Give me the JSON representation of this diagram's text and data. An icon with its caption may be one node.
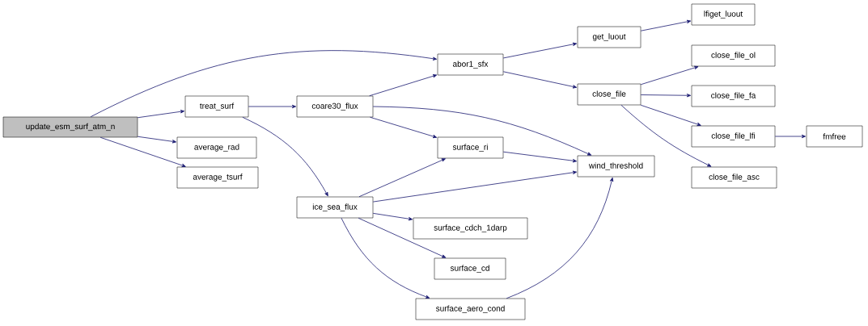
{
  "diagram": {
    "nodes": [
      {
        "text": [
          "update_esm_surf_atm_n"
        ]
      },
      {
        "text": [
          "abor1_sfx"
        ]
      },
      {
        "text": [
          "treat_surf"
        ]
      },
      {
        "text": [
          "average_rad"
        ]
      },
      {
        "text": [
          "average_tsurf"
        ]
      },
      {
        "text": [
          "coare30_flux"
        ]
      },
      {
        "text": [
          "ice_sea_flux"
        ]
      },
      {
        "text": [
          "get_luout"
        ]
      },
      {
        "text": [
          "close_file"
        ]
      },
      {
        "text": [
          "surface_ri"
        ]
      },
      {
        "text": [
          "wind_threshold"
        ]
      },
      {
        "text": [
          "surface_cdch_1darp"
        ]
      },
      {
        "text": [
          "surface_cd"
        ]
      },
      {
        "text": [
          "surface_aero_cond"
        ]
      },
      {
        "text": [
          "lfiget_luout"
        ]
      },
      {
        "text": [
          "close_file_ol"
        ]
      },
      {
        "text": [
          "close_file_fa"
        ]
      },
      {
        "text": [
          "close_file_lfi"
        ]
      },
      {
        "text": [
          "close_file_asc"
        ]
      },
      {
        "text": [
          "fmfree"
        ]
      }
    ],
    "edges": [
      {
        "from": 0,
        "to": 1,
        "arrow": "to"
      },
      {
        "from": 0,
        "to": 2,
        "arrow": "to"
      },
      {
        "from": 0,
        "to": 3,
        "arrow": "to"
      },
      {
        "from": 0,
        "to": 4,
        "arrow": "to"
      },
      {
        "from": 2,
        "to": 5,
        "arrow": "to"
      },
      {
        "from": 2,
        "to": 6,
        "arrow": "to"
      },
      {
        "from": 5,
        "to": 1,
        "arrow": "to"
      },
      {
        "from": 5,
        "to": 9,
        "arrow": "to"
      },
      {
        "from": 5,
        "to": 10,
        "arrow": "to"
      },
      {
        "from": 6,
        "to": 9,
        "arrow": "to"
      },
      {
        "from": 6,
        "to": 10,
        "arrow": "to"
      },
      {
        "from": 6,
        "to": 11,
        "arrow": "to"
      },
      {
        "from": 6,
        "to": 12,
        "arrow": "to"
      },
      {
        "from": 6,
        "to": 13,
        "arrow": "to"
      },
      {
        "from": 1,
        "to": 7,
        "arrow": "to"
      },
      {
        "from": 1,
        "to": 8,
        "arrow": "to"
      },
      {
        "from": 7,
        "to": 14,
        "arrow": "to"
      },
      {
        "from": 8,
        "to": 15,
        "arrow": "to"
      },
      {
        "from": 8,
        "to": 16,
        "arrow": "to"
      },
      {
        "from": 8,
        "to": 17,
        "arrow": "to"
      },
      {
        "from": 8,
        "to": 18,
        "arrow": "to"
      },
      {
        "from": 9,
        "to": 10,
        "arrow": "to"
      },
      {
        "from": 13,
        "to": 10,
        "arrow": "to"
      },
      {
        "from": 17,
        "to": 19,
        "arrow": "to"
      }
    ]
  }
}
